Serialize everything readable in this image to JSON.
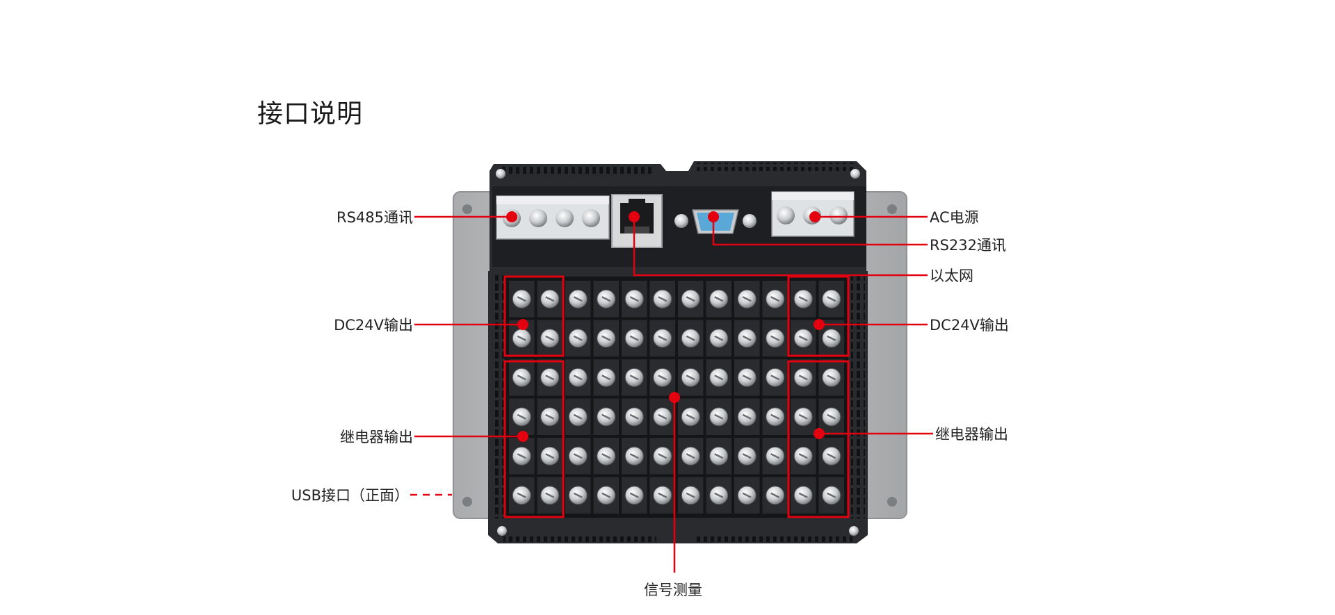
{
  "title": "接口说明",
  "labels": {
    "rs485": "RS485通讯",
    "ac_power": "AC电源",
    "rs232": "RS232通讯",
    "ethernet": "以太网",
    "dc24v_left": "DC24V输出",
    "dc24v_right": "DC24V输出",
    "relay_left": "继电器输出",
    "relay_right": "继电器输出",
    "usb": "USB接口（正面）",
    "signal": "信号测量"
  },
  "colors": {
    "callout": "#e3000f",
    "device_body": "#2a2b2e",
    "mount_plate": "#b9bbbd",
    "terminal_metal": "#cfd2d4",
    "db9_port": "#5aa8d8"
  },
  "terminal_block": {
    "rows": 6,
    "cols": 12
  }
}
